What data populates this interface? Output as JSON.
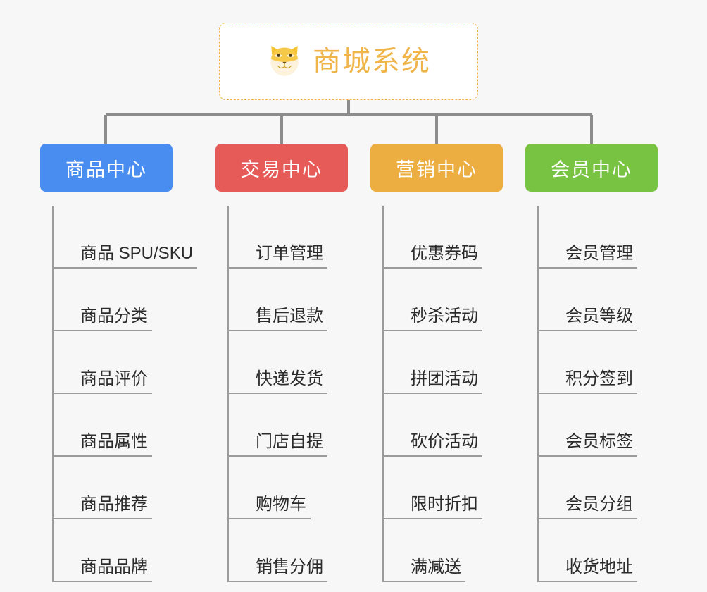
{
  "page": {
    "background_color": "#f7f7f7",
    "type": "mindmap"
  },
  "root": {
    "title": "商城系统",
    "icon": "shiba-dog-face-icon",
    "border_color": "#f0b54a",
    "text_color": "#f0b54a",
    "background_color": "#ffffff"
  },
  "connector": {
    "color": "#8c8c8c"
  },
  "branches": [
    {
      "label": "商品中心",
      "color": "#4a8df0",
      "items": [
        {
          "label": "商品 SPU/SKU"
        },
        {
          "label": "商品分类"
        },
        {
          "label": "商品评价"
        },
        {
          "label": "商品属性"
        },
        {
          "label": "商品推荐"
        },
        {
          "label": "商品品牌"
        }
      ]
    },
    {
      "label": "交易中心",
      "color": "#e65b58",
      "items": [
        {
          "label": "订单管理"
        },
        {
          "label": "售后退款"
        },
        {
          "label": "快递发货"
        },
        {
          "label": "门店自提"
        },
        {
          "label": "购物车"
        },
        {
          "label": "销售分佣"
        }
      ]
    },
    {
      "label": "营销中心",
      "color": "#edae41",
      "items": [
        {
          "label": "优惠券码"
        },
        {
          "label": "秒杀活动"
        },
        {
          "label": "拼团活动"
        },
        {
          "label": "砍价活动"
        },
        {
          "label": "限时折扣"
        },
        {
          "label": "满减送"
        }
      ]
    },
    {
      "label": "会员中心",
      "color": "#79c343",
      "items": [
        {
          "label": "会员管理"
        },
        {
          "label": "会员等级"
        },
        {
          "label": "积分签到"
        },
        {
          "label": "会员标签"
        },
        {
          "label": "会员分组"
        },
        {
          "label": "收货地址"
        }
      ]
    }
  ]
}
